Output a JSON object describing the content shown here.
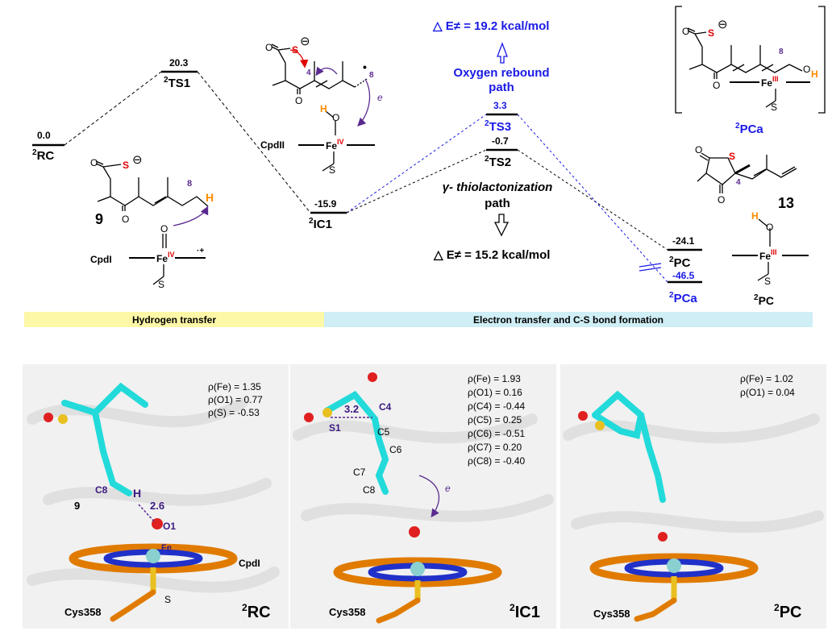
{
  "energy_diagram": {
    "levels": [
      {
        "id": "RC",
        "energy": "0.0",
        "sup": "2",
        "name": "RC"
      },
      {
        "id": "TS1",
        "energy": "20.3",
        "sup": "2",
        "name": "TS1"
      },
      {
        "id": "IC1",
        "energy": "-15.9",
        "sup": "2",
        "name": "IC1"
      },
      {
        "id": "TS3",
        "energy": "3.3",
        "sup": "2",
        "name": "TS3"
      },
      {
        "id": "TS2",
        "energy": "-0.7",
        "sup": "2",
        "name": "TS2"
      },
      {
        "id": "PC",
        "energy": "-24.1",
        "sup": "2",
        "name": "PC"
      },
      {
        "id": "PCa",
        "energy": "-46.5",
        "sup": "2",
        "name": "PCa"
      }
    ],
    "barrier_rebound": "△ E≠ = 19.2 kcal/mol",
    "barrier_thiolactonization": "△ E≠ = 15.2 kcal/mol",
    "path_rebound_line1": "Oxygen rebound",
    "path_rebound_line2": "path",
    "path_thiol_line1": "γ- thiolactonization",
    "path_thiol_line2": "path",
    "colors": {
      "rebound": "#1a1ae6",
      "black": "#000000",
      "sulfur": "#e00000",
      "hydrogen": "#ff8c00",
      "purple": "#5a2a90"
    }
  },
  "structures": {
    "compound_9": "9",
    "compound_13": "13",
    "cpdI": "CpdI",
    "cpdII": "CpdII",
    "fe_label": "Fe",
    "fe_iv": "IV",
    "fe_iii": "III",
    "radical_cation": "·+",
    "s_label": "S",
    "o_label": "O",
    "h_label": "H",
    "locant_4": "4",
    "locant_8": "8",
    "e_label": "e",
    "minus": "⊖",
    "pca_sup": "2",
    "pca_name": "PCa",
    "pc_sup": "2",
    "pc_name": "PC"
  },
  "bands": {
    "left": "Hydrogen transfer",
    "right": "Electron transfer and C-S bond formation"
  },
  "panels": {
    "rc": {
      "spins": [
        "ρ(Fe) = 1.35",
        "ρ(O1) = 0.77",
        "ρ(S) = -0.53"
      ],
      "labels": {
        "c8": "C8",
        "h": "H",
        "dist": "2.6",
        "o1": "O1",
        "fe": "Fe",
        "s": "S",
        "nine": "9",
        "cpdI": "CpdI",
        "cys": "Cys358"
      },
      "sup": "2",
      "name": "RC"
    },
    "ic1": {
      "spins": [
        "ρ(Fe) = 1.93",
        "ρ(O1) = 0.16",
        "ρ(C4) = -0.44",
        "ρ(C5) = 0.25",
        "ρ(C6) = -0.51",
        "ρ(C7) = 0.20",
        "ρ(C8) = -0.40"
      ],
      "labels": {
        "s1": "S1",
        "dist": "3.2",
        "c4": "C4",
        "c5": "C5",
        "c6": "C6",
        "c7": "C7",
        "c8": "C8",
        "e": "e",
        "cys": "Cys358"
      },
      "sup": "2",
      "name": "IC1"
    },
    "pc": {
      "spins": [
        "ρ(Fe) = 1.02",
        "ρ(O1) = 0.04"
      ],
      "labels": {
        "cys": "Cys358"
      },
      "sup": "2",
      "name": "PC"
    }
  }
}
